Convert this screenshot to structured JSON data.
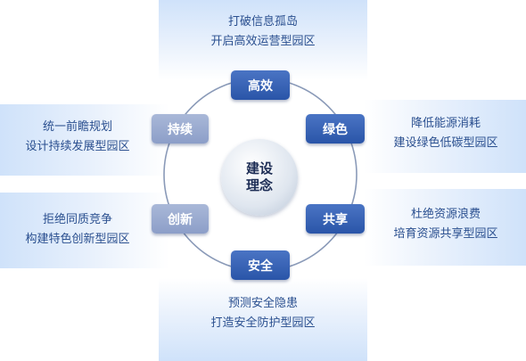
{
  "hub": {
    "line1": "建设",
    "line2": "理念"
  },
  "nodes": {
    "top": "高效",
    "right_upper": "绿色",
    "right_lower": "共享",
    "bottom": "安全",
    "left_lower": "创新",
    "left_upper": "持续"
  },
  "panels": {
    "top": {
      "line1": "打破信息孤岛",
      "line2": "开启高效运营型园区"
    },
    "right_upper": {
      "line1": "降低能源消耗",
      "line2": "建设绿色低碳型园区"
    },
    "right_lower": {
      "line1": "杜绝资源浪费",
      "line2": "培育资源共享型园区"
    },
    "bottom": {
      "line1": "预测安全隐患",
      "line2": "打造安全防护型园区"
    },
    "left_lower": {
      "line1": "拒绝同质竞争",
      "line2": "构建特色创新型园区"
    },
    "left_upper": {
      "line1": "统一前瞻规划",
      "line2": "设计持续发展型园区"
    }
  },
  "colors": {
    "node_dark": "#2f5db0",
    "node_light": "#9aaad0",
    "text": "#2a4f8f",
    "ring": "#8a9ab8"
  }
}
